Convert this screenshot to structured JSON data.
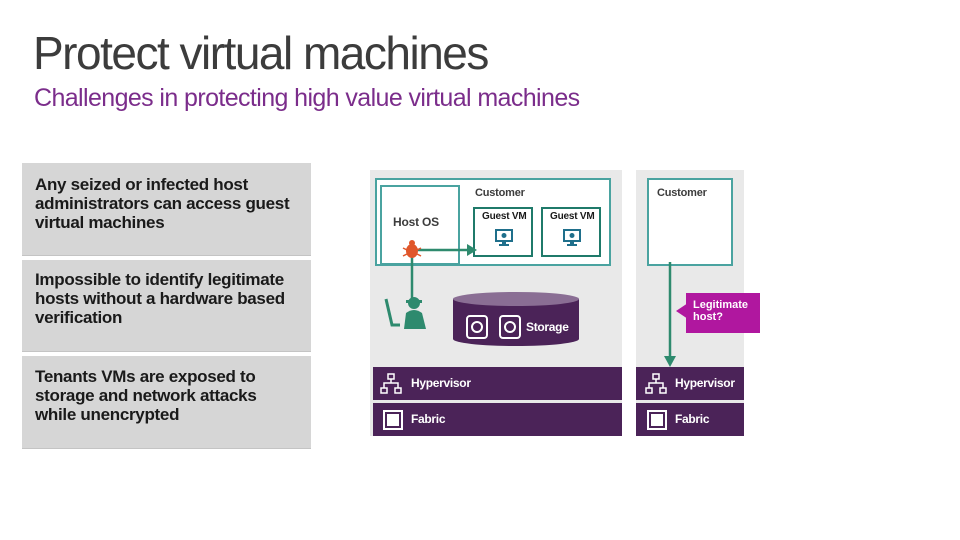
{
  "slide": {
    "title": "Protect virtual machines",
    "subtitle": "Challenges in protecting high value virtual machines"
  },
  "cards": [
    {
      "text": "Any seized or infected host administrators can access guest virtual machines"
    },
    {
      "text": "Impossible to identify legitimate hosts without a hardware based verification"
    },
    {
      "text": "Tenants VMs are exposed to storage and network attacks while unencrypted"
    }
  ],
  "diagram": {
    "left": {
      "customer": "Customer",
      "host_os": "Host OS",
      "guest_vm_1": "Guest VM",
      "guest_vm_2": "Guest VM",
      "storage": "Storage",
      "hypervisor": "Hypervisor",
      "fabric": "Fabric"
    },
    "right": {
      "customer": "Customer",
      "callout": "Legitimate host?",
      "hypervisor": "Hypervisor",
      "fabric": "Fabric"
    },
    "colors": {
      "teal": "#4aa3a0",
      "green": "#2e8a6e",
      "purple": "#4b2358",
      "magenta": "#b0179f",
      "storage": "#4b2358"
    },
    "icons": [
      "bug-icon",
      "attacker-icon",
      "monitor-icon",
      "disk-icon",
      "hierarchy-icon",
      "fabric-square-icon"
    ]
  }
}
